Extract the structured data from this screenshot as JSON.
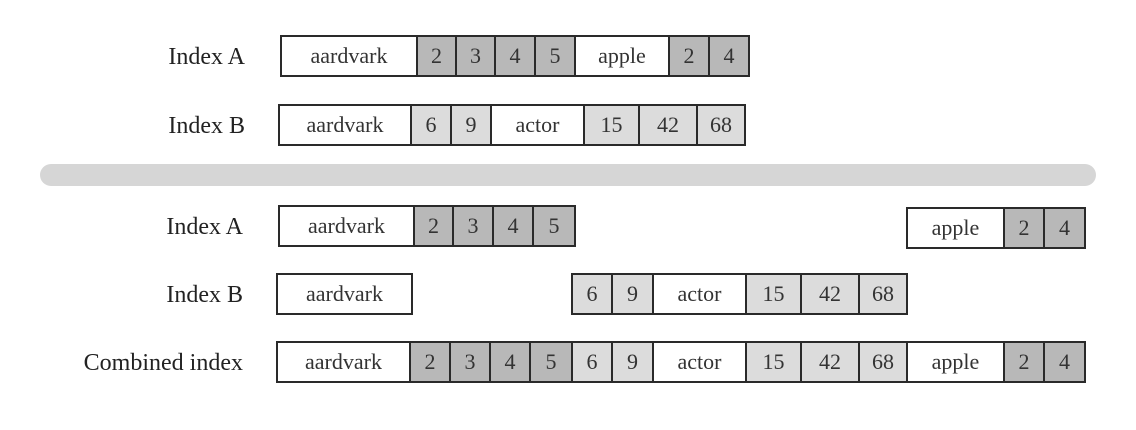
{
  "labels": {
    "top_a": "Index A",
    "top_b": "Index B",
    "bottom_a": "Index A",
    "bottom_b": "Index B",
    "combined": "Combined index"
  },
  "top_a": {
    "word1": "aardvark",
    "n1": "2",
    "n2": "3",
    "n3": "4",
    "n4": "5",
    "word2": "apple",
    "n5": "2",
    "n6": "4"
  },
  "top_b": {
    "word1": "aardvark",
    "n1": "6",
    "n2": "9",
    "word2": "actor",
    "n3": "15",
    "n4": "42",
    "n5": "68"
  },
  "bottom_a": {
    "word1": "aardvark",
    "n1": "2",
    "n2": "3",
    "n3": "4",
    "n4": "5",
    "word2": "apple",
    "n5": "2",
    "n6": "4"
  },
  "bottom_b": {
    "word1": "aardvark",
    "n1": "6",
    "n2": "9",
    "word2": "actor",
    "n3": "15",
    "n4": "42",
    "n5": "68"
  },
  "combined": {
    "word1": "aardvark",
    "n1": "2",
    "n2": "3",
    "n3": "4",
    "n4": "5",
    "n5": "6",
    "n6": "9",
    "word2": "actor",
    "n7": "15",
    "n8": "42",
    "n9": "68",
    "word3": "apple",
    "n10": "2",
    "n11": "4"
  },
  "colors": {
    "index_a_postings": "#b8b8b8",
    "index_b_postings": "#dcdcdc",
    "term": "#ffffff",
    "border": "#2a2a2a",
    "divider": "#d6d6d6"
  }
}
